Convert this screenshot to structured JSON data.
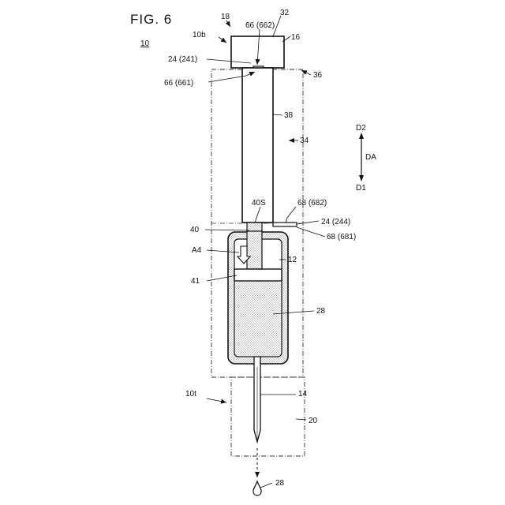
{
  "figure": {
    "title": "FIG. 6",
    "device_ref": "10"
  },
  "labels": {
    "ref_18": "18",
    "ref_32": "32",
    "ref_10b": "10b",
    "ref_66_662": "66 (662)",
    "ref_16": "16",
    "ref_24_241": "24 (241)",
    "ref_36": "36",
    "ref_66_661": "66 (661)",
    "ref_38": "38",
    "ref_34": "34",
    "ref_d2": "D2",
    "ref_da": "DA",
    "ref_d1": "D1",
    "ref_40s": "40S",
    "ref_68_682": "68 (682)",
    "ref_24_244": "24 (244)",
    "ref_40": "40",
    "ref_68_681": "68 (681)",
    "ref_a4": "A4",
    "ref_12": "12",
    "ref_41": "41",
    "ref_28": "28",
    "ref_10t": "10t",
    "ref_14": "14",
    "ref_20": "20",
    "ref_28_drop": "28"
  }
}
